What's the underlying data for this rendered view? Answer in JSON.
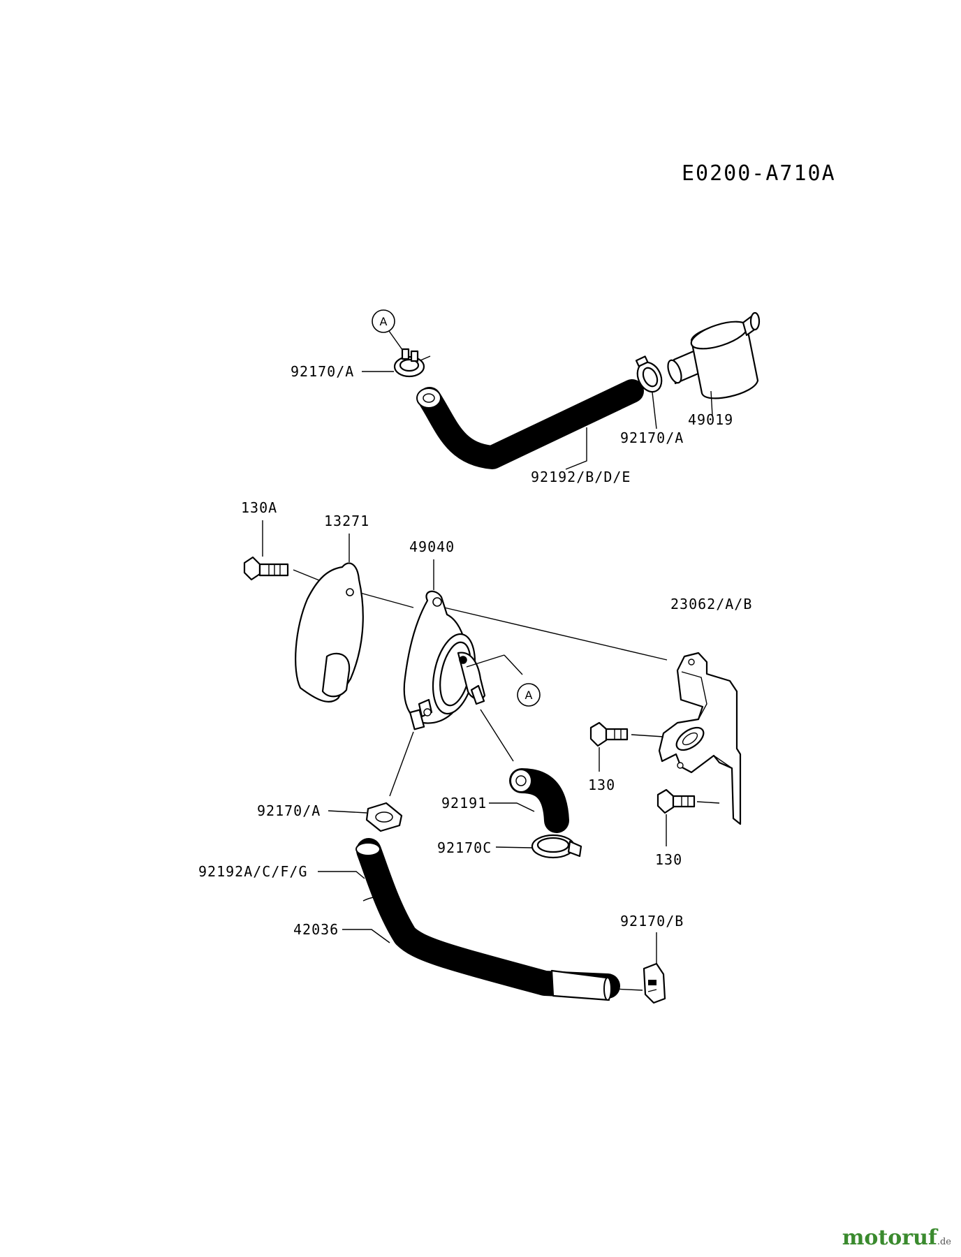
{
  "diagram_code": "E0200-A710A",
  "labels": {
    "clamp_top_left": "92170/A",
    "clamp_top_right": "92170/A",
    "filter": "49019",
    "hose_top": "92192/B/D/E",
    "bolt_long": "130A",
    "cover": "13271",
    "pump": "49040",
    "bracket": "23062/A/B",
    "bolt_upper": "130",
    "bolt_lower": "130",
    "clamp_mid": "92170/A",
    "elbow": "92191",
    "clamp_elbow": "92170C",
    "hose_lower": "92192A/C/F/G",
    "hose_long": "42036",
    "clamp_bottom": "92170/B"
  },
  "callouts": {
    "top": "A",
    "pump": "A"
  },
  "watermark": {
    "brand": "motoruf",
    "tld": ".de"
  }
}
